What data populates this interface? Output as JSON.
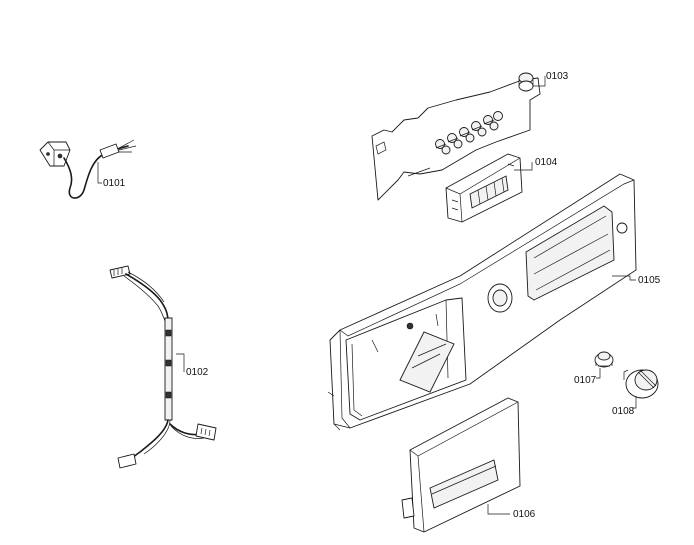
{
  "diagram": {
    "part_labels": [
      "0101",
      "0102",
      "0103",
      "0104",
      "0105",
      "0106",
      "0107",
      "0108"
    ]
  }
}
